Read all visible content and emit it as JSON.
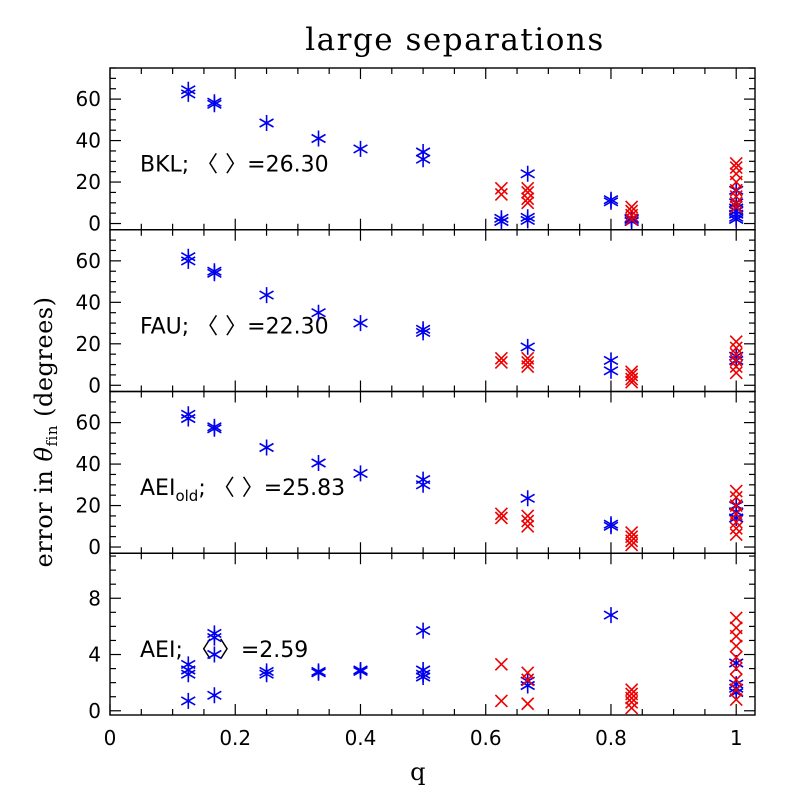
{
  "chart_data": {
    "type": "scatter",
    "title": "large separations",
    "xlabel": "q",
    "ylabel": "error in θ_fin (degrees)",
    "ylabel_prefix": "error in ",
    "ylabel_symbol": "θ",
    "ylabel_sub": "fin",
    "ylabel_suffix": " (degrees)",
    "xlim": [
      0,
      1.03
    ],
    "xticks": [
      0,
      0.2,
      0.4,
      0.6,
      0.8,
      1
    ],
    "xtick_labels": [
      "0",
      "0.2",
      "0.4",
      "0.6",
      "0.8",
      "1"
    ],
    "grid": false,
    "colors": {
      "asterisk": "#0000ee",
      "cross": "#ee0000"
    },
    "panels": [
      {
        "id": "bkl",
        "label_main": "BKL; 〈 〉=26.30",
        "label_sub": "",
        "label_rest": "",
        "ylim": [
          -3,
          75
        ],
        "yticks": [
          0,
          20,
          40,
          60
        ],
        "ytick_labels": [
          "0",
          "20",
          "40",
          "60"
        ],
        "series": [
          {
            "marker": "asterisk",
            "color": "#0000ee",
            "points": [
              [
                0.125,
                62.5
              ],
              [
                0.125,
                64.5
              ],
              [
                0.1667,
                57.5
              ],
              [
                0.1667,
                58.5
              ],
              [
                0.25,
                48.5
              ],
              [
                0.333,
                41
              ],
              [
                0.4,
                36
              ],
              [
                0.5,
                31
              ],
              [
                0.5,
                34.5
              ],
              [
                0.625,
                1
              ],
              [
                0.625,
                2.5
              ],
              [
                0.667,
                1.5
              ],
              [
                0.667,
                3
              ],
              [
                0.667,
                24
              ],
              [
                0.8,
                10.5
              ],
              [
                0.8,
                11.5
              ],
              [
                0.833,
                1
              ],
              [
                0.833,
                2
              ],
              [
                0.833,
                2.5
              ],
              [
                1,
                2
              ],
              [
                1,
                3
              ],
              [
                1,
                4.5
              ],
              [
                1,
                6
              ],
              [
                1,
                7.5
              ],
              [
                1,
                10
              ],
              [
                1,
                16
              ]
            ]
          },
          {
            "marker": "cross",
            "color": "#ee0000",
            "points": [
              [
                0.625,
                14
              ],
              [
                0.625,
                17
              ],
              [
                0.667,
                10
              ],
              [
                0.667,
                12
              ],
              [
                0.667,
                15
              ],
              [
                0.667,
                17
              ],
              [
                0.833,
                2
              ],
              [
                0.833,
                4
              ],
              [
                0.833,
                6
              ],
              [
                0.833,
                8
              ],
              [
                1,
                8
              ],
              [
                1,
                10
              ],
              [
                1,
                13
              ],
              [
                1,
                16
              ],
              [
                1,
                20
              ],
              [
                1,
                24
              ],
              [
                1,
                27
              ],
              [
                1,
                29
              ]
            ]
          }
        ]
      },
      {
        "id": "fau",
        "label_main": "FAU; 〈 〉=22.30",
        "label_sub": "",
        "label_rest": "",
        "ylim": [
          -3,
          75
        ],
        "yticks": [
          0,
          20,
          40,
          60
        ],
        "ytick_labels": [
          "0",
          "20",
          "40",
          "60"
        ],
        "series": [
          {
            "marker": "asterisk",
            "color": "#0000ee",
            "points": [
              [
                0.125,
                60
              ],
              [
                0.125,
                62
              ],
              [
                0.1667,
                54
              ],
              [
                0.1667,
                55
              ],
              [
                0.25,
                43.5
              ],
              [
                0.333,
                35
              ],
              [
                0.4,
                30
              ],
              [
                0.5,
                25.5
              ],
              [
                0.5,
                27
              ],
              [
                0.667,
                18.5
              ],
              [
                0.8,
                7
              ],
              [
                0.8,
                12
              ],
              [
                1,
                12
              ],
              [
                1,
                14
              ]
            ]
          },
          {
            "marker": "cross",
            "color": "#ee0000",
            "points": [
              [
                0.625,
                11
              ],
              [
                0.625,
                13
              ],
              [
                0.667,
                9
              ],
              [
                0.667,
                11
              ],
              [
                0.667,
                13
              ],
              [
                0.833,
                1.5
              ],
              [
                0.833,
                3
              ],
              [
                0.833,
                5
              ],
              [
                0.833,
                6.5
              ],
              [
                1,
                6
              ],
              [
                1,
                9
              ],
              [
                1,
                12
              ],
              [
                1,
                15
              ],
              [
                1,
                18
              ],
              [
                1,
                21
              ]
            ]
          }
        ]
      },
      {
        "id": "aei_old",
        "label_main": "AEI",
        "label_sub": "old",
        "label_rest": "; 〈 〉=25.83",
        "ylim": [
          -3,
          75
        ],
        "yticks": [
          0,
          20,
          40,
          60
        ],
        "ytick_labels": [
          "0",
          "20",
          "40",
          "60"
        ],
        "series": [
          {
            "marker": "asterisk",
            "color": "#0000ee",
            "points": [
              [
                0.125,
                62
              ],
              [
                0.125,
                64
              ],
              [
                0.1667,
                57
              ],
              [
                0.1667,
                58
              ],
              [
                0.25,
                48
              ],
              [
                0.333,
                40.5
              ],
              [
                0.4,
                35.5
              ],
              [
                0.5,
                30
              ],
              [
                0.5,
                32.5
              ],
              [
                0.667,
                23.5
              ],
              [
                0.8,
                10
              ],
              [
                0.8,
                11
              ],
              [
                1,
                14
              ],
              [
                1,
                17
              ],
              [
                1,
                20
              ]
            ]
          },
          {
            "marker": "cross",
            "color": "#ee0000",
            "points": [
              [
                0.625,
                14
              ],
              [
                0.625,
                16
              ],
              [
                0.667,
                10
              ],
              [
                0.667,
                12.5
              ],
              [
                0.667,
                15
              ],
              [
                0.833,
                1
              ],
              [
                0.833,
                3
              ],
              [
                0.833,
                5
              ],
              [
                0.833,
                7
              ],
              [
                1,
                6
              ],
              [
                1,
                9
              ],
              [
                1,
                12
              ],
              [
                1,
                16
              ],
              [
                1,
                20
              ],
              [
                1,
                24
              ],
              [
                1,
                27
              ]
            ]
          }
        ]
      },
      {
        "id": "aei",
        "label_main": "AEI; 〈 〉=2.59",
        "label_sub": "",
        "label_rest": "",
        "ylim": [
          -0.3,
          11.2
        ],
        "yticks": [
          0,
          4,
          8
        ],
        "ytick_labels": [
          "0",
          "4",
          "8"
        ],
        "series": [
          {
            "marker": "asterisk",
            "color": "#0000ee",
            "points": [
              [
                0.125,
                0.7
              ],
              [
                0.125,
                2.6
              ],
              [
                0.125,
                2.9
              ],
              [
                0.125,
                3.3
              ],
              [
                0.1667,
                1.1
              ],
              [
                0.1667,
                4.0
              ],
              [
                0.1667,
                5.2
              ],
              [
                0.1667,
                5.5
              ],
              [
                0.25,
                2.6
              ],
              [
                0.25,
                2.8
              ],
              [
                0.333,
                2.7
              ],
              [
                0.333,
                2.8
              ],
              [
                0.4,
                2.8
              ],
              [
                0.4,
                2.9
              ],
              [
                0.5,
                2.4
              ],
              [
                0.5,
                2.6
              ],
              [
                0.5,
                2.9
              ],
              [
                0.5,
                5.7
              ],
              [
                0.667,
                1.8
              ],
              [
                0.667,
                2.1
              ],
              [
                0.8,
                6.8
              ],
              [
                1,
                1.3
              ],
              [
                1,
                1.6
              ],
              [
                1,
                1.9
              ],
              [
                1,
                3.4
              ]
            ]
          },
          {
            "marker": "cross",
            "color": "#ee0000",
            "points": [
              [
                0.625,
                0.7
              ],
              [
                0.625,
                3.3
              ],
              [
                0.667,
                0.5
              ],
              [
                0.667,
                2.2
              ],
              [
                0.667,
                2.7
              ],
              [
                0.833,
                0.2
              ],
              [
                0.833,
                0.6
              ],
              [
                0.833,
                0.9
              ],
              [
                0.833,
                1.2
              ],
              [
                0.833,
                1.5
              ],
              [
                1,
                0.8
              ],
              [
                1,
                1.5
              ],
              [
                1,
                2.2
              ],
              [
                1,
                3.0
              ],
              [
                1,
                3.8
              ],
              [
                1,
                4.6
              ],
              [
                1,
                5.3
              ],
              [
                1,
                5.9
              ],
              [
                1,
                6.6
              ]
            ]
          }
        ]
      }
    ]
  }
}
